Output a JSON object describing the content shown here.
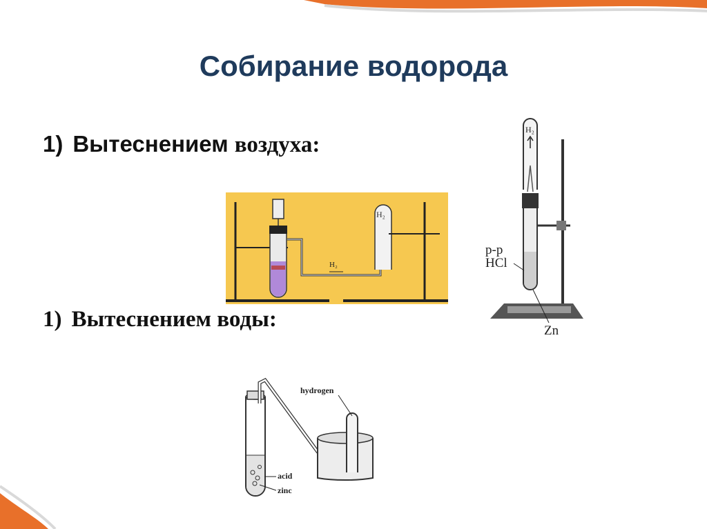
{
  "slide": {
    "title": "Собирание водорода",
    "item_air": {
      "number": "1)",
      "word1": "Вытеснением",
      "word2": "воздуха:"
    },
    "item_water": {
      "number": "1)",
      "text": "Вытеснением воды:"
    }
  },
  "figure_air": {
    "label_top": "H₂",
    "label_gas": "H₂"
  },
  "figure_stand": {
    "label_tube": "H₂",
    "label_solution_1": "р-р",
    "label_solution_2": "HCl",
    "label_metal": "Zn"
  },
  "figure_water": {
    "label_gas": "hydrogen",
    "label_acid": "acid",
    "label_zinc": "zinc"
  },
  "colors": {
    "title": "#1f3b5c",
    "accent_orange": "#e8702a",
    "figure_bg": "#f6c850"
  }
}
